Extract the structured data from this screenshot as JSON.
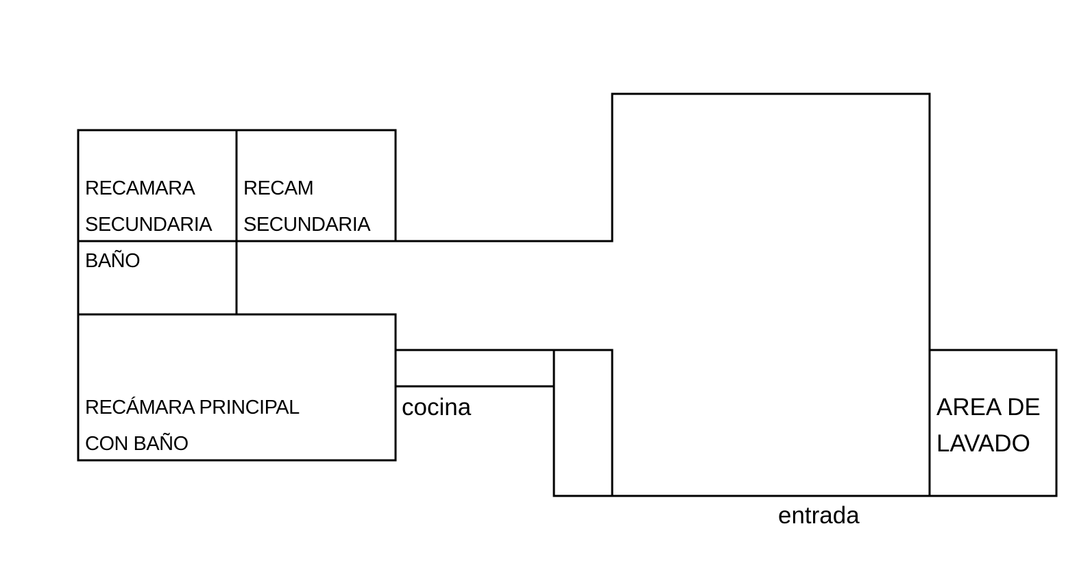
{
  "rooms": {
    "rec_sec_1": {
      "line1": "RECAMARA",
      "line2": "SECUNDARIA"
    },
    "rec_sec_2": {
      "line1": "RECAM",
      "line2": "SECUNDARIA"
    },
    "bano": {
      "label": "BAÑO"
    },
    "principal": {
      "line1": "RECÁMARA PRINCIPAL",
      "line2": "CON BAÑO"
    },
    "cocina": {
      "label": "cocina"
    },
    "lavado": {
      "line1": "AREA DE",
      "line2": "LAVADO"
    },
    "entrada": {
      "label": "entrada"
    }
  },
  "colors": {
    "line": "#000000",
    "background": "#ffffff"
  }
}
